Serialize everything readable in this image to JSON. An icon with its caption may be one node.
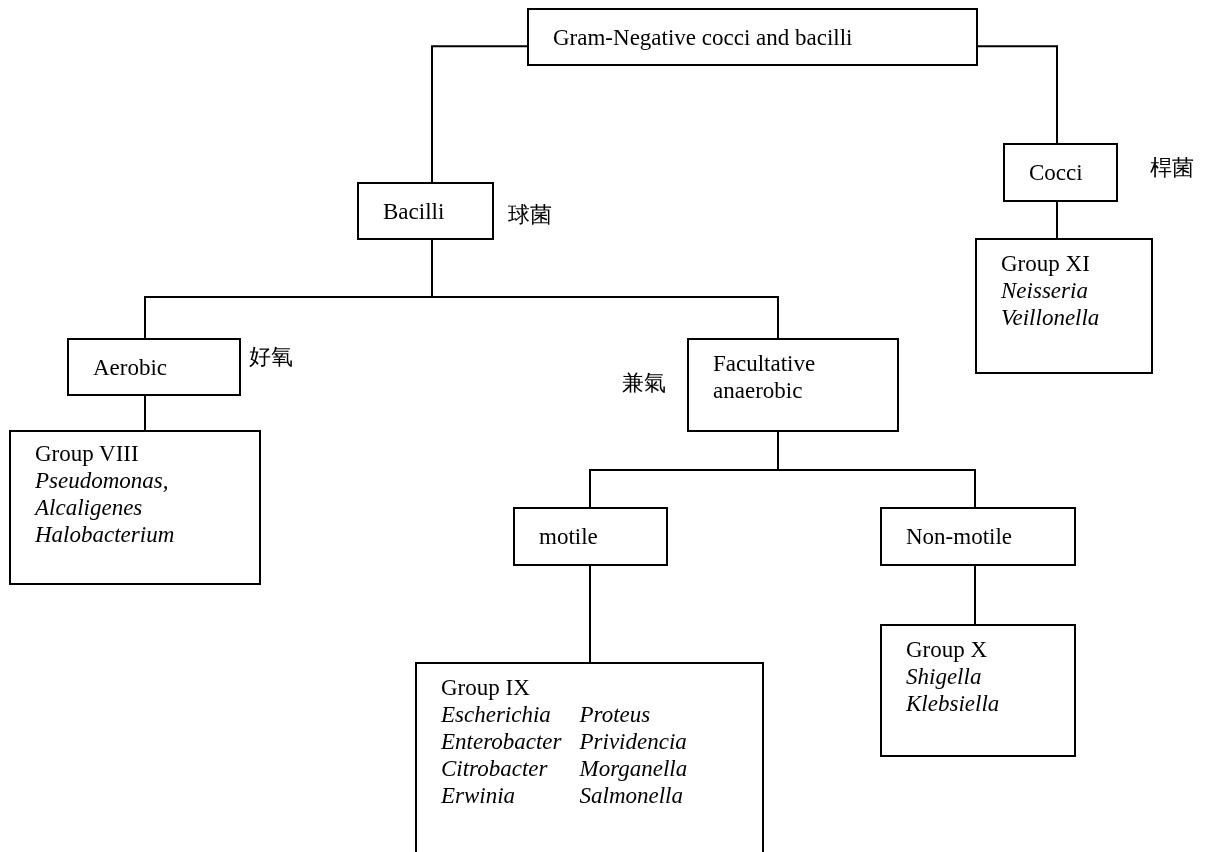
{
  "diagram": {
    "nodes": [
      {
        "text": [
          "Gram-Negative cocci and bacilli"
        ]
      },
      {
        "text": [
          "Bacilli"
        ],
        "beside": [
          "球菌"
        ]
      },
      {
        "text": [
          "Cocci"
        ],
        "beside": [
          "桿菌"
        ]
      },
      {
        "text": [
          "Aerobic"
        ],
        "beside": [
          "好氧"
        ]
      },
      {
        "text": [
          "Facultative anaerobic"
        ],
        "beside": [
          "兼氣"
        ]
      },
      {
        "text": [
          "Group VIII",
          "Pseudomonas, Alcaligenes Halobacterium"
        ]
      },
      {
        "text": [
          "Group XI",
          "Neisseria Veillonella"
        ]
      },
      {
        "text": [
          "motile"
        ]
      },
      {
        "text": [
          "Non-motile"
        ]
      },
      {
        "text": [
          "Group IX",
          "Escherichia",
          "Proteus",
          "Enterobacter",
          "Prividencia",
          "Citrobacter",
          "Morganella",
          "Erwinia",
          "Salmonella"
        ]
      },
      {
        "text": [
          "Group X",
          "Shigella Klebsiella"
        ]
      }
    ],
    "edges": [
      {
        "from": 0,
        "to": 1,
        "arrow": "none"
      },
      {
        "from": 0,
        "to": 2,
        "arrow": "none"
      },
      {
        "from": 1,
        "to": 3,
        "arrow": "none"
      },
      {
        "from": 1,
        "to": 4,
        "arrow": "none"
      },
      {
        "from": 3,
        "to": 5,
        "arrow": "none"
      },
      {
        "from": 2,
        "to": 6,
        "arrow": "none"
      },
      {
        "from": 4,
        "to": 7,
        "arrow": "none"
      },
      {
        "from": 4,
        "to": 8,
        "arrow": "none"
      },
      {
        "from": 7,
        "to": 9,
        "arrow": "none"
      },
      {
        "from": 8,
        "to": 10,
        "arrow": "none"
      }
    ]
  }
}
